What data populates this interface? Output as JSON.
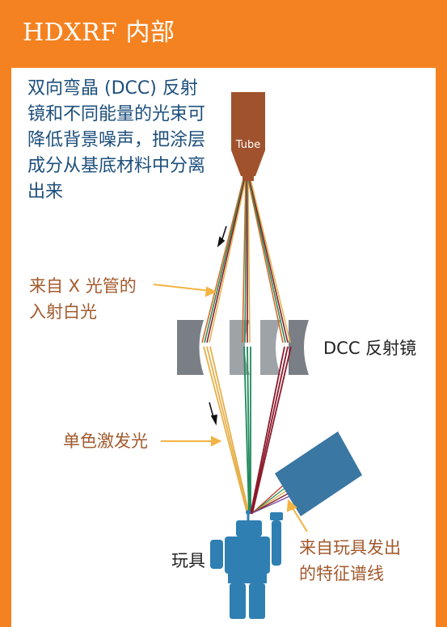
{
  "header": {
    "title": "HDXRF 内部"
  },
  "description": "双向弯晶 (DCC) 反射镜和不同能量的光束可降低背景噪声，把涂层成分从基底材料中分离出来",
  "tube": {
    "label": "Tube"
  },
  "labels": {
    "white_light": [
      "来自 X 光管的",
      "入射白光"
    ],
    "dcc_mirror": "DCC 反射镜",
    "mono_light": "单色激发光",
    "toy": "玩具",
    "emission": [
      "来自玩具发出",
      "的特征谱线"
    ]
  },
  "colors": {
    "frame": "#f58220",
    "tube": "#a0522d",
    "text_blue": "#1d4f7c",
    "text_brown": "#a25a2d",
    "detector": "#3a77a3",
    "robot": "#2f7fb2"
  }
}
